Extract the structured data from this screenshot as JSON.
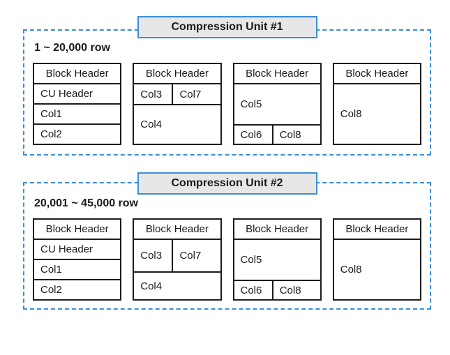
{
  "units": [
    {
      "title": "Compression Unit #1",
      "row_range": "1 ~ 20,000 row",
      "blocks": [
        {
          "header": "Block Header",
          "cells": [
            "CU Header",
            "Col1",
            "Col2"
          ]
        },
        {
          "header": "Block Header",
          "top_cells": [
            "Col3",
            "Col7"
          ],
          "bottom_cell": "Col4"
        },
        {
          "header": "Block Header",
          "top_cell": "Col5",
          "bottom_cells": [
            "Col6",
            "Col8"
          ]
        },
        {
          "header": "Block Header",
          "body_cell": "Col8"
        }
      ]
    },
    {
      "title": "Compression Unit #2",
      "row_range": "20,001 ~ 45,000 row",
      "blocks": [
        {
          "header": "Block Header",
          "cells": [
            "CU Header",
            "Col1",
            "Col2"
          ]
        },
        {
          "header": "Block Header",
          "top_cells": [
            "Col3",
            "Col7"
          ],
          "bottom_cell": "Col4"
        },
        {
          "header": "Block Header",
          "top_cell": "Col5",
          "bottom_cells": [
            "Col6",
            "Col8"
          ]
        },
        {
          "header": "Block Header",
          "body_cell": "Col8"
        }
      ]
    }
  ],
  "colors": {
    "accent_blue": "#3a8ed8",
    "title_fill": "#e7e7e7",
    "line_dark": "#1c1c1c",
    "text": "#1a1a1a",
    "background": "#ffffff"
  }
}
